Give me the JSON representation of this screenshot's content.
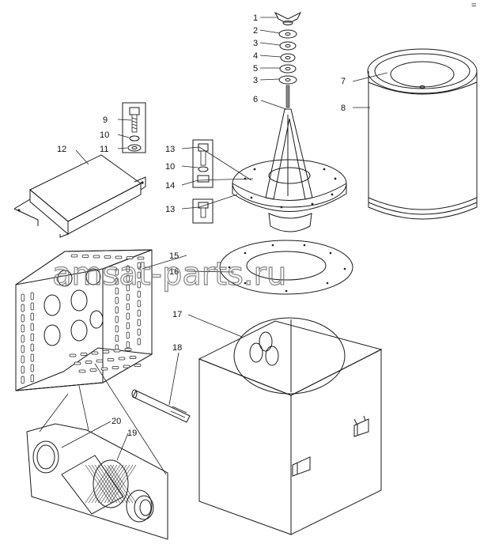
{
  "watermark": "amsat-parts.ru",
  "corner_mark": "=",
  "callouts": [
    "1",
    "2",
    "3",
    "4",
    "5",
    "3",
    "6",
    "7",
    "8",
    "9",
    "10",
    "11",
    "12",
    "13",
    "10",
    "14",
    "13",
    "15",
    "16",
    "17",
    "18",
    "20",
    "19"
  ],
  "colors": {
    "line": "#1a1a1a",
    "shade": "#d8d8d8",
    "paper": "#ffffff",
    "watermark": "#6f6f6f"
  }
}
